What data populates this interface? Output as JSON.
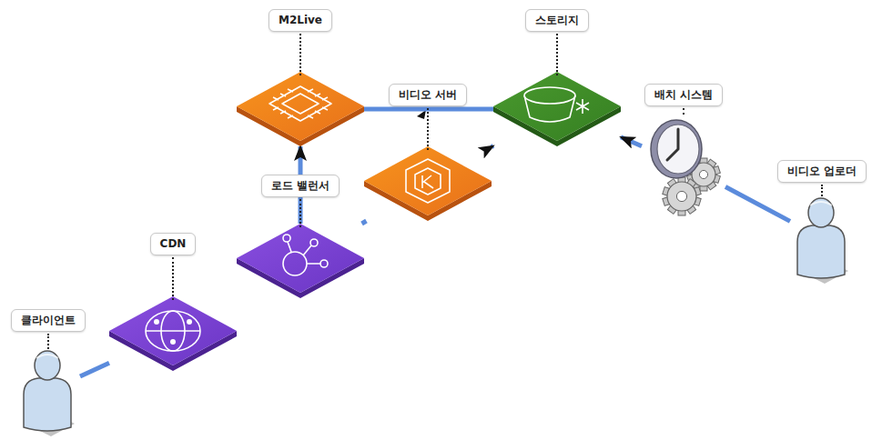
{
  "diagram": {
    "nodes": [
      {
        "text": [
          "M2Live"
        ]
      },
      {
        "text": [
          "스토리지"
        ]
      },
      {
        "text": [
          "비디오 서버"
        ]
      },
      {
        "text": [
          "배치 시스템"
        ]
      },
      {
        "text": [
          "로드 밸런서"
        ]
      },
      {
        "text": [
          "비디오 업로더"
        ]
      },
      {
        "text": [
          "CDN"
        ]
      },
      {
        "text": [
          "클라이언트"
        ]
      }
    ],
    "edges": [
      {
        "from": 4,
        "to": 0,
        "arrow": "to"
      },
      {
        "from": 0,
        "to": 1,
        "arrow": "none"
      },
      {
        "from": 2,
        "to": 1,
        "arrow": "to"
      },
      {
        "from": 3,
        "to": 1,
        "arrow": "to"
      },
      {
        "from": 5,
        "to": 3,
        "arrow": "none"
      },
      {
        "from": 4,
        "to": 2,
        "arrow": "none"
      },
      {
        "from": 6,
        "to": 4,
        "arrow": "none"
      },
      {
        "from": 7,
        "to": 6,
        "arrow": "none"
      }
    ]
  }
}
